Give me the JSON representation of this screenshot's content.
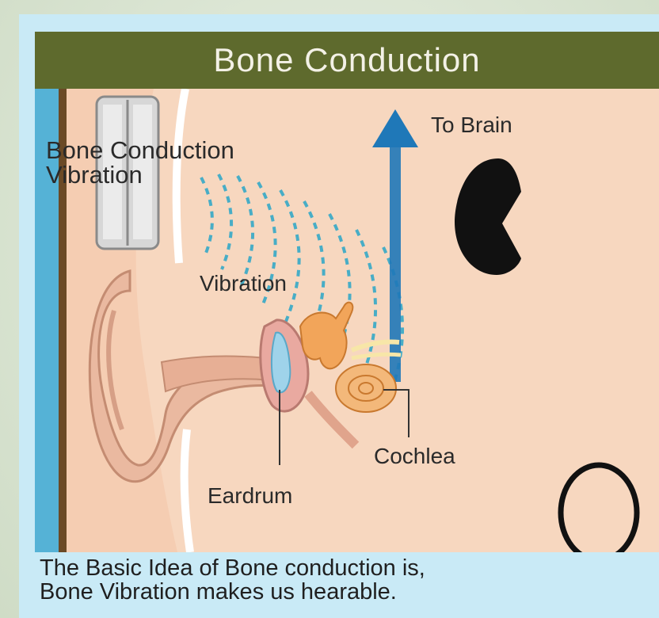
{
  "title": "Bone Conduction",
  "labels": {
    "bone_conduction_vibration_line1": "Bone Conduction",
    "bone_conduction_vibration_line2": "Vibration",
    "to_brain": "To Brain",
    "vibration": "Vibration",
    "cochlea": "Cochlea",
    "eardrum": "Eardrum"
  },
  "caption": {
    "line1": "The Basic Idea of Bone conduction is,",
    "line2": "Bone Vibration makes us hearable."
  },
  "colors": {
    "title_bar": "#5e6a2d",
    "skin": "#f7d7bf",
    "ear": "#eab9a0",
    "hair": "#6b4a26",
    "background_blue": "#55b2d6",
    "arrow_blue": "#1f78b8",
    "wave_cyan": "#2aa6c8",
    "ossicle_orange": "#f2a55a"
  },
  "icons": [
    "bone-conduction-device-icon",
    "up-arrow-icon",
    "eye-icon",
    "mouth-icon"
  ]
}
